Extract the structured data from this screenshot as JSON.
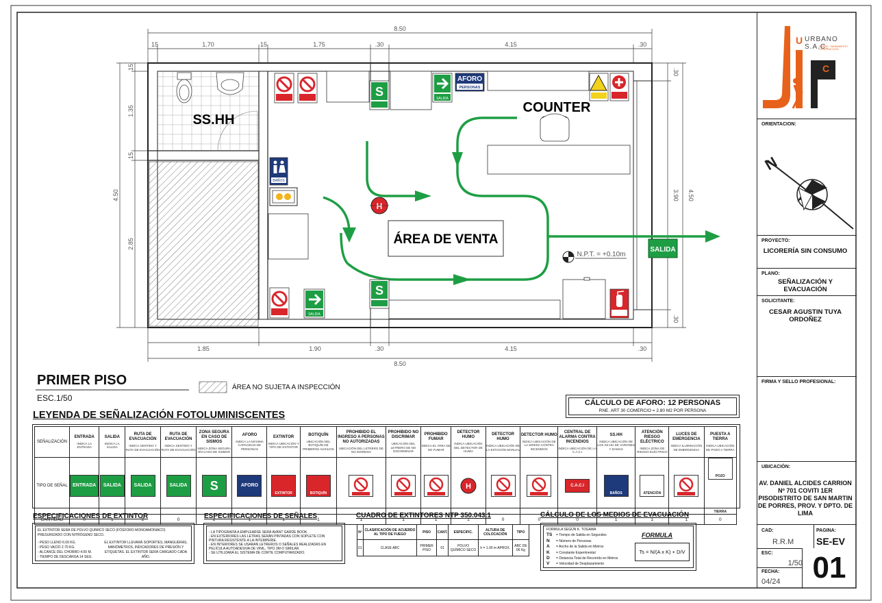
{
  "plan": {
    "title": "PRIMER PISO",
    "scale": "ESC.1/50",
    "hatch_legend": "ÁREA NO SUJETA A INSPECCIÓN",
    "room_sshh": "SS.HH",
    "room_sales": "ÁREA DE VENTA",
    "counter": "COUNTER",
    "exit_label": "SALIDA",
    "npt": "N.P.T. = +0.10m",
    "dims_top": {
      "total": "8.50",
      "d1": "15",
      "d2": "1.70",
      "d3": "15",
      "d4": "1.75",
      "d5": ".30",
      "d6": "4.15",
      "d7": ".30"
    },
    "dims_bottom": {
      "total": "8.50",
      "d1": "1.85",
      "d2": "1.90",
      "d3": ".30",
      "d4": "4.15",
      "d5": ".30"
    },
    "dims_left": {
      "total": "4.50",
      "d1": "15",
      "d2": "1.35",
      "d3": "15",
      "d4": "2.85"
    },
    "dims_right": {
      "total": "4.50",
      "d1": ".30",
      "d2": "3.90",
      "d3": ".30"
    },
    "small_signs": {
      "salida": "SALIDA",
      "aforo": "AFORO",
      "aforo_sub": "PERSONAS",
      "banos": "BAÑOS",
      "s": "S"
    }
  },
  "aforo": {
    "title": "CÁLCULO DE AFORO:  12 PERSONAS",
    "sub": "RNE. ART 30 COMERCIO = 2.80 M2 POR PERSONA"
  },
  "legend": {
    "title": "LEYENDA DE SEÑALIZACIÓN  FOTOLUMINISCENTES",
    "row_headers": [
      "SEÑALIZACIÓN",
      "TIPO DE SEÑAL",
      "CANTIDAD"
    ],
    "columns": [
      {
        "name": "ENTRADA",
        "desc": "INDICA LA ENTRADA",
        "count": "0",
        "sign": "ENTRADA"
      },
      {
        "name": "SALIDA",
        "desc": "INDICA LA SALIDA",
        "count": "1",
        "sign": "SALIDA"
      },
      {
        "name": "RUTA DE EVACUACIÓN",
        "desc": "INDICA SENTIDO Y RUTA DE EVACUACIÓN",
        "count": "2",
        "sign": "SALIDA"
      },
      {
        "name": "RUTA DE EVACUACIÓN",
        "desc": "INDICA SENTIDO Y RUTA DE EVACUACIÓN",
        "count": "0",
        "sign": "SALIDA"
      },
      {
        "name": "ZONA SEGURA EN CASO DE SISMOS",
        "desc": "INDICA ZONA SEGURA EN CASO DE SISMOS",
        "count": "2",
        "sign": "S"
      },
      {
        "name": "AFORO",
        "desc": "INDICA LA MÁXIMA CAPACIDAD DE PERSONAS",
        "count": "1",
        "sign": "AFORO"
      },
      {
        "name": "EXTINTOR",
        "desc": "INDICA UBICACIÓN Y TIPO DE EXTINTOR",
        "count": "1",
        "sign": "EXTINTOR"
      },
      {
        "name": "BOTIQUÍN",
        "desc": "UBICACIÓN DEL BOTIQUÍN DE PRIMEROS AUXILIOS",
        "count": "1",
        "sign": "BOTIQUÍN"
      },
      {
        "name": "PROHIBIDO EL INGRESO A PERSONAS NO AUTORIZADAS",
        "desc": "UBICACIÓN DEL LETRERO DE NO INGRESO",
        "count": "1",
        "sign": ""
      },
      {
        "name": "PROHIBIDO NO DISCRIMAR",
        "desc": "UBICACIÓN DEL LETRERO DE NO DISCRIMINAR",
        "count": "1",
        "sign": ""
      },
      {
        "name": "PROHIBIDO FUMAR",
        "desc": "INDICA EL ÁREA DE NO FUMAR",
        "count": "1",
        "sign": ""
      },
      {
        "name": "DETECTOR HUMO",
        "desc": "INDICA UBICACIÓN DEL DETECTOR DE HUMO",
        "count": "1",
        "sign": "H"
      },
      {
        "name": "DETECTOR HUMO",
        "desc": "INDICA UBICACIÓN DE LA ESTACIÓN MANUAL",
        "count": "0",
        "sign": ""
      },
      {
        "name": "DETECTOR HUMO",
        "desc": "INDICA UBICACIÓN DE LA SIRENA CONTRA INCENDIOS",
        "count": "0",
        "sign": ""
      },
      {
        "name": "CENTRAL DE ALARMA CONTRA INCENDIOS",
        "desc": "INDICA UBICACIÓN DE LA C.A.C.I",
        "count": "0",
        "sign": "C.A.C.I"
      },
      {
        "name": "SS.HH",
        "desc": "INDICA UBICACIÓN DE LOS SS.HH DE VARONES Y DAMAS",
        "count": "1",
        "sign": "BAÑOS"
      },
      {
        "name": "ATENCIÓN RIESGO ELÉCTRICO",
        "desc": "INDICA ZONA DE RIESGO ELÉCTRICO",
        "count": "1",
        "sign": "ATENCIÓN"
      },
      {
        "name": "LUCES DE EMERGENCIA",
        "desc": "INDICA ILUMINACIÓN DE EMERGENCIA",
        "count": "1",
        "sign": ""
      },
      {
        "name": "PUESTA A TIERRA",
        "desc": "INDICA UBICACIÓN DE POZO A TIERRA",
        "count": "0",
        "sign": "POZO TIERRA"
      }
    ]
  },
  "spec_extintor": {
    "title": "ESPECIFICACIONES DE EXTINTOR",
    "intro": "EL EXTINTOR SERÁ DE POLVO QUÍMICO SECO (FÓSFORO MONOAMONIACO) PRESURIZADO CON NITRÓGENO SECO.",
    "items": [
      "- PESO LLENO  6.00 KG.",
      "- PESO VACÍO  2.70 KG.",
      "- ALCANCE DEL CHORRO  4.00 M.",
      "- TIEMPO DE DESCARGA  14 SEG."
    ],
    "note": "EL EXTINTOR LLEVARÁ SOPORTES, MANGUERAS, MANÓMETROS, INDICADORES DE PRESIÓN Y ETIQUETAS. EL EXTINTOR SERÁ CARGADO CADA AÑO."
  },
  "spec_senales": {
    "title": "ESPECIFICACIONES DE SEÑALES",
    "items": [
      "- LA TIPOGRAFÍA A EMPLEARSE SERÁ AVANT GARDE BOOK.",
      "- EN EXTERIORES LAS LETRAS SERÁN PINTADAS CON SOPLETE CON PINTURA RESISTENTE A LA INTEMPERIE.",
      "- EN INTERIORES SE USARAN LETREROS O SEÑALES REALIZADAS EN PELÍCULA AUTOADESIVA DE VINIL, TIPO 3M O SIMILAR.",
      "- SE UTILIZARÁ EL SISTEMA DE CORTE COMPUTARIZADO."
    ]
  },
  "cuadro": {
    "title": "CUADRO DE EXTINTORES NTP 350.043.1",
    "headers": [
      "Nº",
      "CLASIFICACIÓN DE ACUERDO AL TIPO DE FUEGO",
      "PISO",
      "CANT.",
      "ESPECIFIC.",
      "ALTURA DE COLOCACIÓN",
      "TIPO"
    ],
    "row": [
      "01",
      "CLASE ABC",
      "PRIMER PISO",
      "01",
      "POLVO QUÍMICO SECO",
      "h = 1.00 m APROX.",
      "ABC DE 06 Kg"
    ]
  },
  "calculo": {
    "title": "CÁLCULO DE LOS MEDIOS DE EVACUACIÓN",
    "sub": "FORMULA SEGÚN K. TOGAWA",
    "vars": [
      {
        "k": "TS",
        "v": "Tiempo de Salida en Segundos"
      },
      {
        "k": "N",
        "v": "Número de Personas"
      },
      {
        "k": "A",
        "v": "Ancho de la Salida en Metros"
      },
      {
        "k": "K",
        "v": "Constante Experimental"
      },
      {
        "k": "D",
        "v": "Distancia Total de Recorrido en Metros"
      },
      {
        "k": "V",
        "v": "Velocidad de Desplazamiento"
      }
    ],
    "formula_label": "FORMULA",
    "formula": "Ts = N/(A x K) + D/V"
  },
  "title_block": {
    "company": "URBANO S.A.C.",
    "company_sub": "DISEÑO · SANEAMIENTO · CONSTRUCCIÓN",
    "orientacion_label": "ORIENTACION:",
    "proyecto_label": "PROYECTO:",
    "proyecto": "LICORERÍA SIN CONSUMO",
    "plano_label": "PLANO:",
    "plano": "SEÑALIZACIÓN Y EVACUACIÓN",
    "solicitante_label": "SOLICITANTE:",
    "solicitante": "CESAR AGUSTIN TUYA ORDOÑEZ",
    "firma_label": "FIRMA Y SELLO PROFESIONAL:",
    "ubicacion_label": "UBICACIÓN:",
    "ubicacion": "AV. DANIEL ALCIDES CARRION Nº 701 COVITI 1ER PISODISTRITO DE SAN MARTIN DE PORRES, PROV. Y DPTO. DE LIMA",
    "cad_label": "CAD:",
    "cad": "R.R.M",
    "pagina_label": "PAGINA:",
    "pagina": "SE-EV",
    "esc_label": "ESC:",
    "esc": "1/50",
    "fecha_label": "FECHA:",
    "fecha": "04/24",
    "number": "01"
  },
  "colors": {
    "green": "#1e9e44",
    "red": "#d8262b",
    "navy": "#1f3a7a",
    "orange": "#e8611a",
    "yellow": "#f2d21b"
  }
}
